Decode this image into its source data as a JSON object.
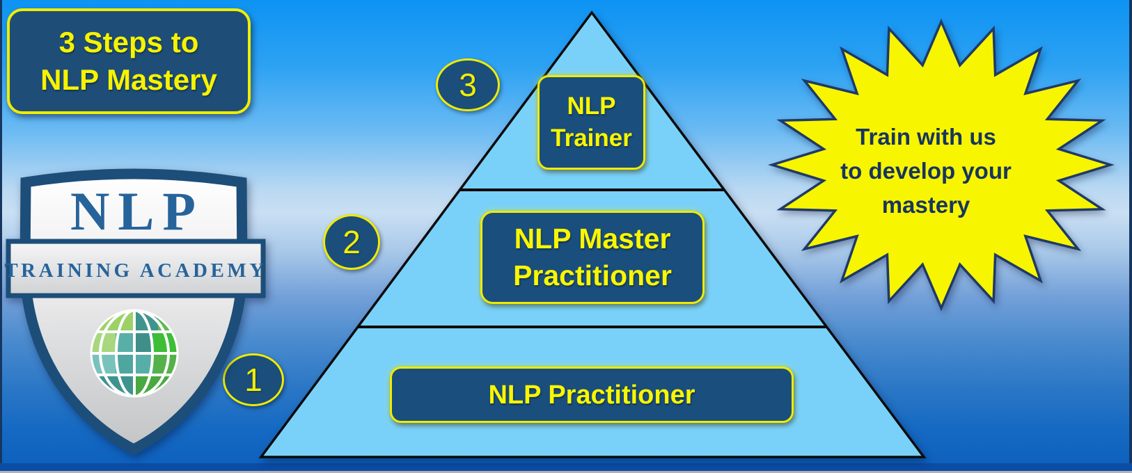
{
  "title_box": {
    "lines": [
      "3 Steps to",
      "NLP Mastery"
    ]
  },
  "logo": {
    "shield_text": "NLP",
    "banner_text": "TRAINING ACADEMY"
  },
  "pyramid": {
    "levels": [
      {
        "step": "1",
        "lines": [
          "NLP Practitioner"
        ]
      },
      {
        "step": "2",
        "lines": [
          "NLP Master",
          "Practitioner"
        ]
      },
      {
        "step": "3",
        "lines": [
          "NLP",
          "Trainer"
        ]
      }
    ]
  },
  "starburst": {
    "lines": [
      "Train with us",
      "to develop your",
      "mastery"
    ]
  },
  "colors": {
    "background_top": "#0D93F3",
    "background_pale_band": "#C9DFF3",
    "background_bottom": "#0C5FBD",
    "panel_navy": "#1A4E7C",
    "accent_yellow": "#F2EE00",
    "pyramid_fill": "#79D1F9",
    "pyramid_outline": "#0B0B0B",
    "star_yellow": "#F8F500",
    "star_outline_navy": "#1E3A66",
    "star_text_navy": "#16355F",
    "logo_blue": "#27639B",
    "logo_silver": "#D9D9D9",
    "globe_green": "#6FBF4E",
    "globe_teal": "#4EA3A4"
  }
}
